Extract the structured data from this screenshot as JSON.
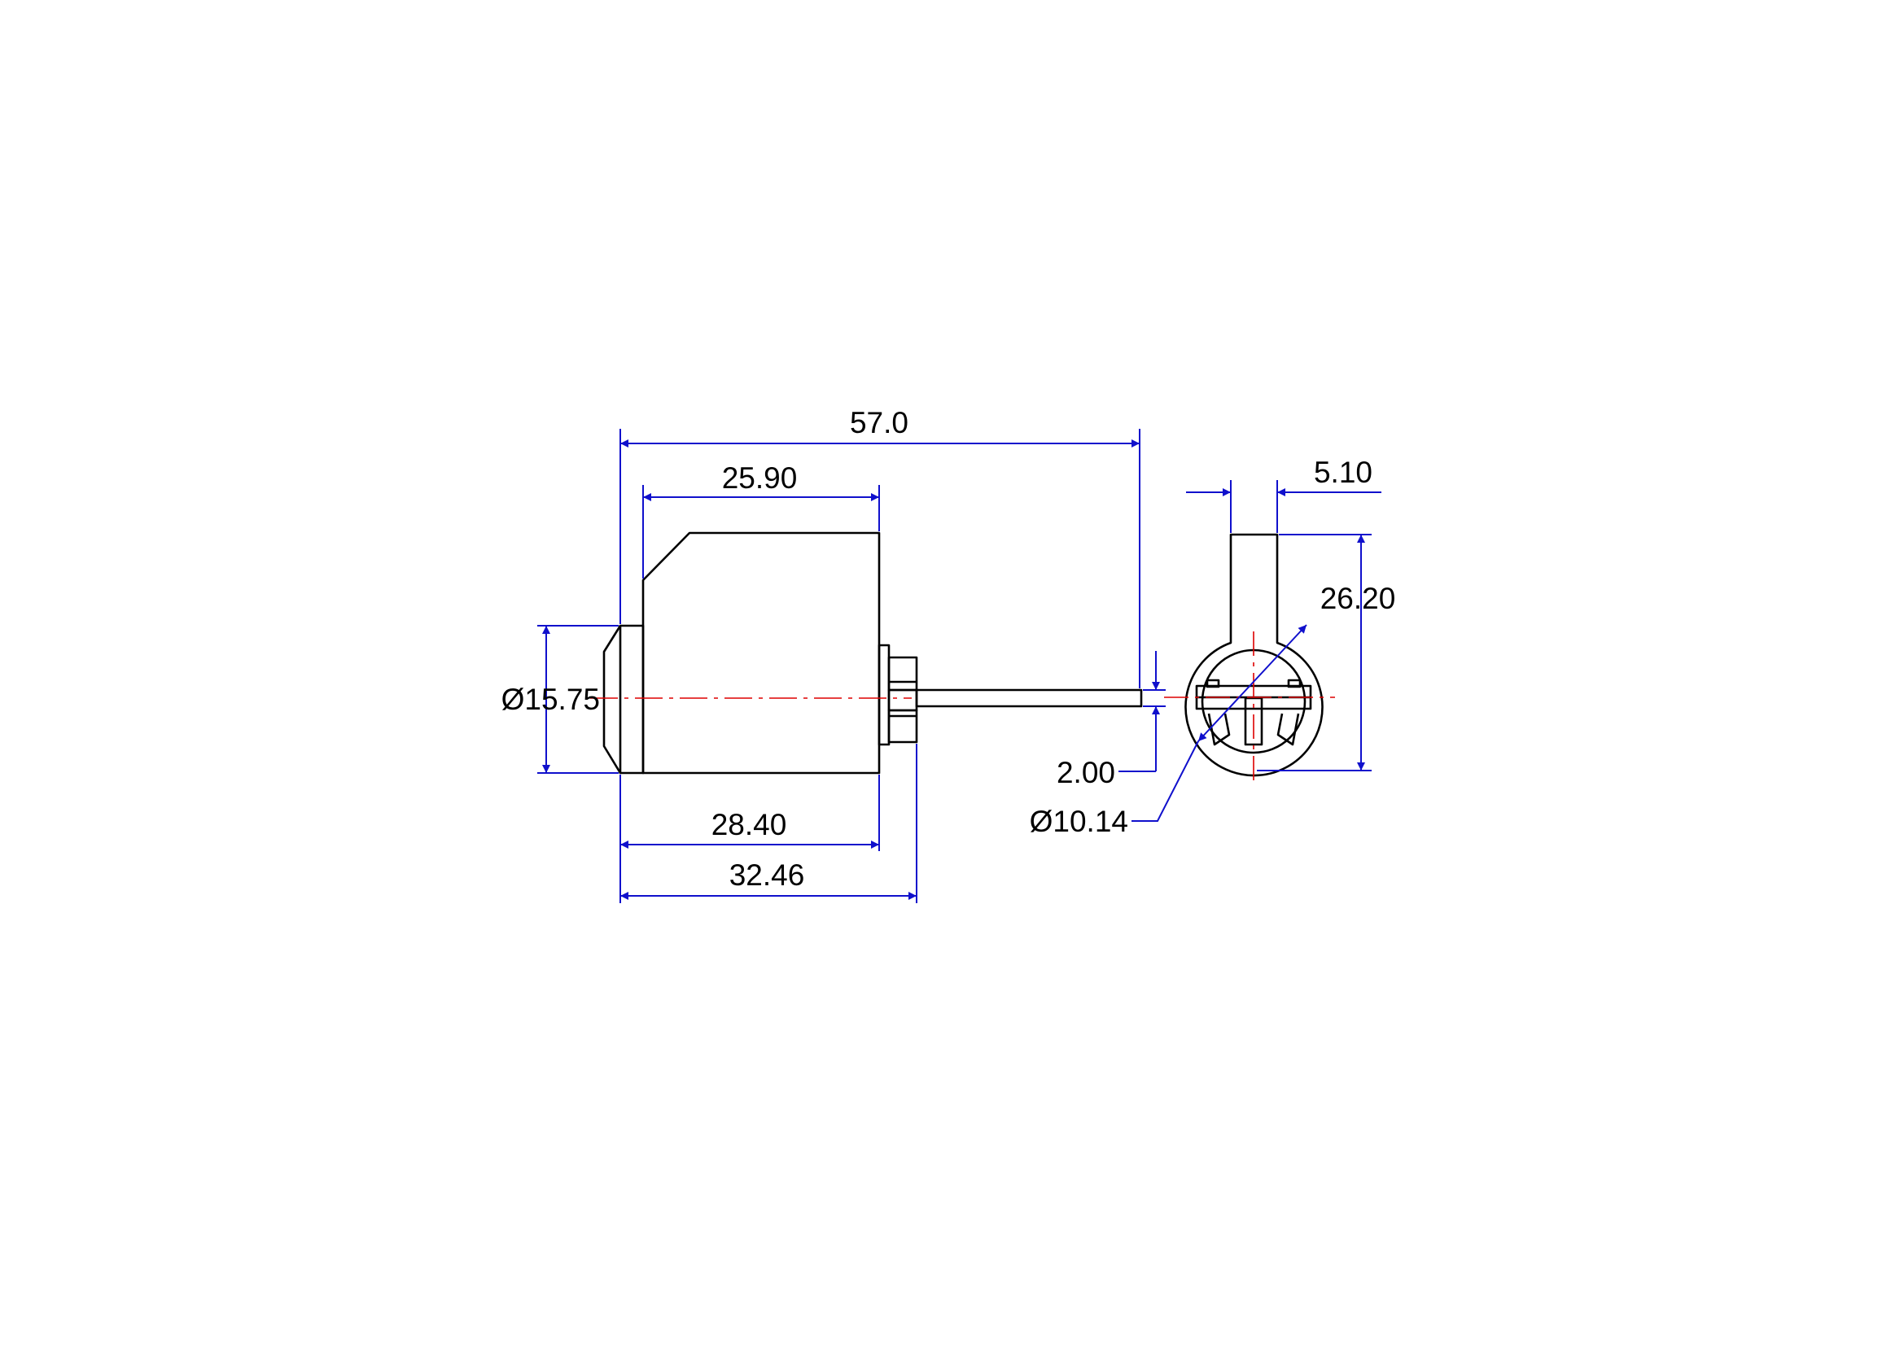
{
  "drawing": {
    "dimensions": {
      "overall_length": "57.0",
      "body_length": "25.90",
      "face_diameter": "Ø15.75",
      "body_to_flange": "28.40",
      "body_to_nut": "32.46",
      "tail_thickness": "2.00",
      "plug_diameter": "Ø10.14",
      "bar_width": "5.10",
      "overall_height": "26.20"
    },
    "colors": {
      "outline": "#000000",
      "dimension": "#1010cc",
      "centerline": "#dd0000"
    }
  }
}
